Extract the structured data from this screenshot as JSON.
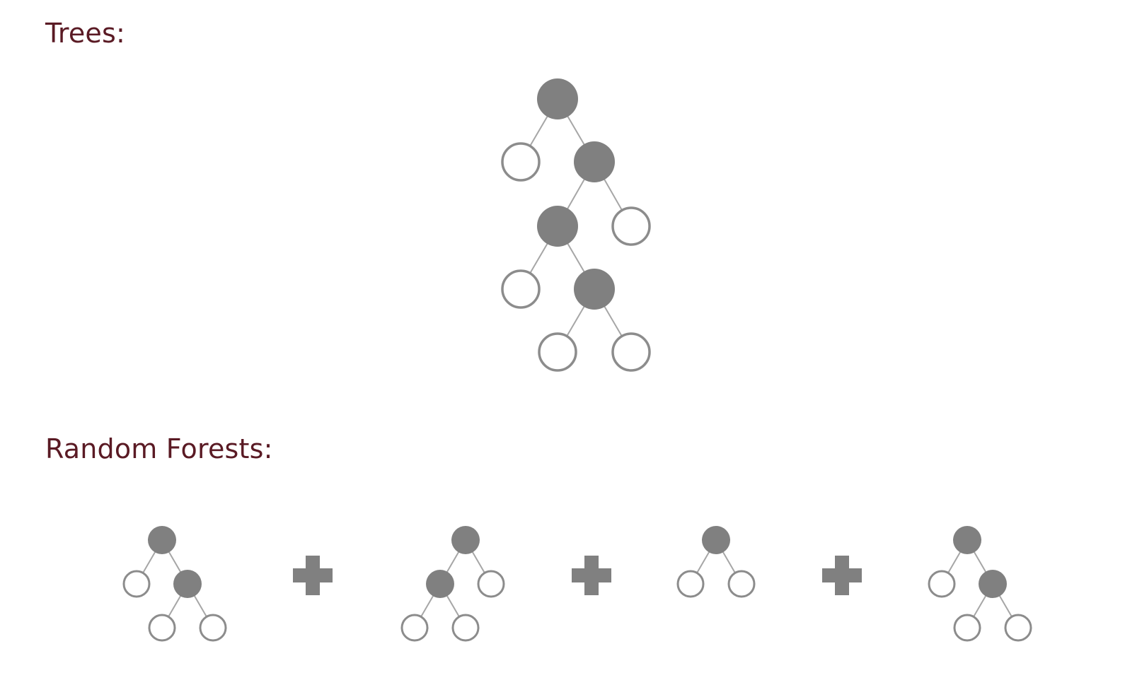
{
  "headings": {
    "trees": "Trees:",
    "random_forests": "Random Forests:"
  },
  "colors": {
    "heading": "#5a1a24",
    "filled_node": "#808080",
    "leaf_stroke": "#8c8c8c",
    "edge": "#a6a6a6",
    "plus": "#808080"
  },
  "trees_section": {
    "node_kinds": [
      "split",
      "leaf",
      "split",
      "split",
      "leaf",
      "leaf",
      "split",
      "leaf",
      "leaf"
    ]
  },
  "forest_section": {
    "tree_count": 4,
    "plus_icon_count": 3,
    "tree_node_kinds": [
      [
        "split",
        "leaf",
        "split",
        "leaf",
        "leaf"
      ],
      [
        "split",
        "split",
        "leaf",
        "leaf",
        "leaf"
      ],
      [
        "split",
        "leaf",
        "leaf"
      ],
      [
        "split",
        "leaf",
        "split",
        "leaf",
        "leaf"
      ]
    ]
  }
}
